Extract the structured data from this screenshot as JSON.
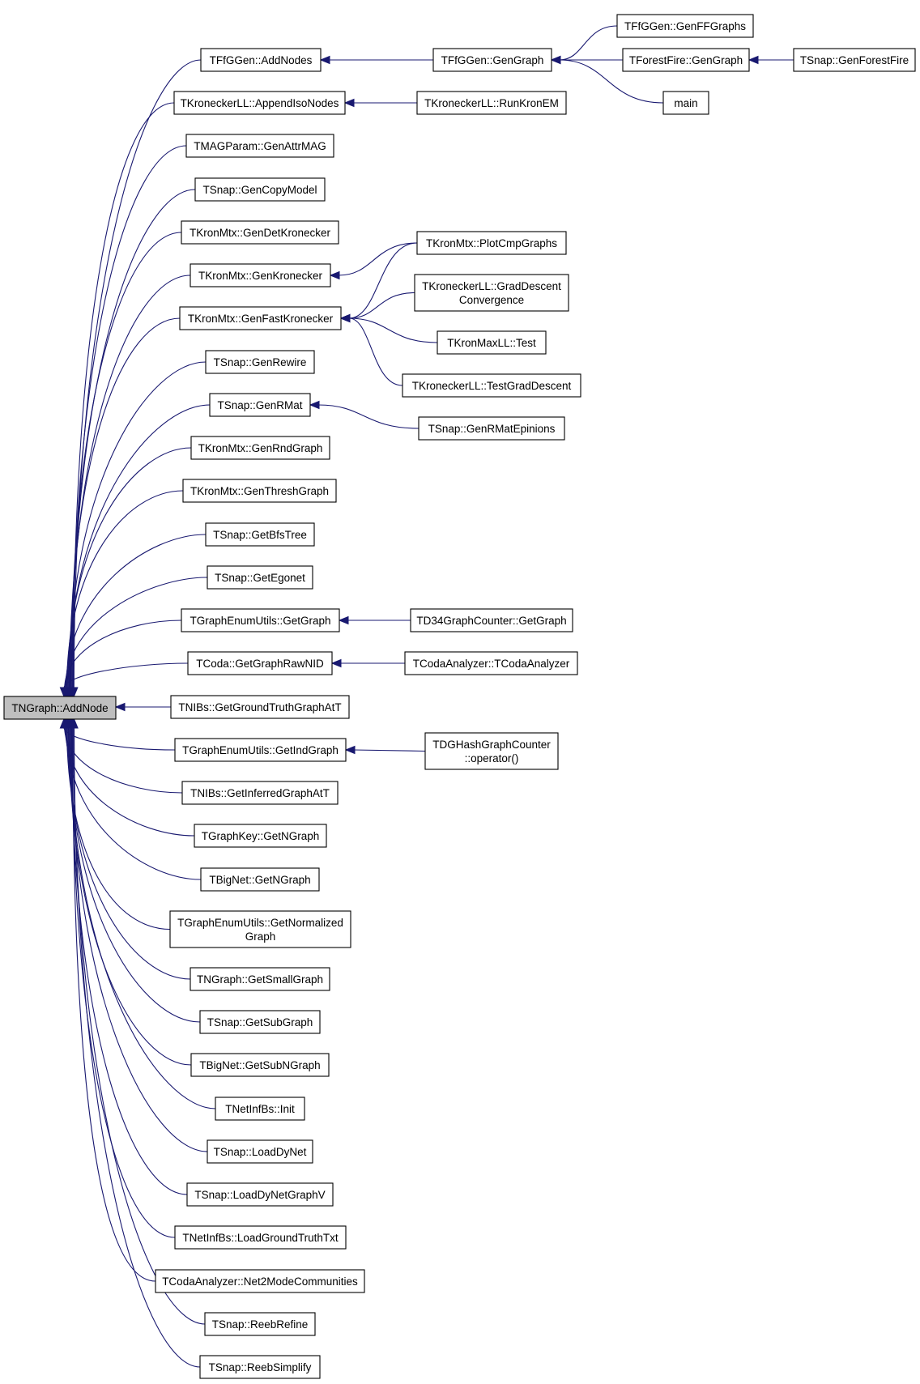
{
  "diagram": {
    "type": "doxygen-caller-graph",
    "colors": {
      "edge": "#191970",
      "node_border": "#000000",
      "root_fill": "#bfbfbf",
      "node_fill": "#ffffff"
    },
    "nodes": [
      {
        "id": "root",
        "lines": [
          "TNGraph::AddNode"
        ],
        "root": true
      },
      {
        "id": "n1",
        "lines": [
          "TFfGGen::AddNodes"
        ]
      },
      {
        "id": "n2",
        "lines": [
          "TKroneckerLL::AppendIsoNodes"
        ]
      },
      {
        "id": "n3",
        "lines": [
          "TMAGParam::GenAttrMAG"
        ]
      },
      {
        "id": "n4",
        "lines": [
          "TSnap::GenCopyModel"
        ]
      },
      {
        "id": "n5",
        "lines": [
          "TKronMtx::GenDetKronecker"
        ]
      },
      {
        "id": "n6",
        "lines": [
          "TKronMtx::GenKronecker"
        ]
      },
      {
        "id": "n7",
        "lines": [
          "TKronMtx::GenFastKronecker"
        ]
      },
      {
        "id": "n8",
        "lines": [
          "TSnap::GenRewire"
        ]
      },
      {
        "id": "n9",
        "lines": [
          "TSnap::GenRMat"
        ]
      },
      {
        "id": "n10",
        "lines": [
          "TKronMtx::GenRndGraph"
        ]
      },
      {
        "id": "n11",
        "lines": [
          "TKronMtx::GenThreshGraph"
        ]
      },
      {
        "id": "n12",
        "lines": [
          "TSnap::GetBfsTree"
        ]
      },
      {
        "id": "n13",
        "lines": [
          "TSnap::GetEgonet"
        ]
      },
      {
        "id": "n14",
        "lines": [
          "TGraphEnumUtils::GetGraph"
        ]
      },
      {
        "id": "n15",
        "lines": [
          "TCoda::GetGraphRawNID"
        ]
      },
      {
        "id": "n16",
        "lines": [
          "TNIBs::GetGroundTruthGraphAtT"
        ]
      },
      {
        "id": "n17",
        "lines": [
          "TGraphEnumUtils::GetIndGraph"
        ]
      },
      {
        "id": "n18",
        "lines": [
          "TNIBs::GetInferredGraphAtT"
        ]
      },
      {
        "id": "n19",
        "lines": [
          "TGraphKey::GetNGraph"
        ]
      },
      {
        "id": "n20",
        "lines": [
          "TBigNet::GetNGraph"
        ]
      },
      {
        "id": "n21",
        "lines": [
          "TGraphEnumUtils::GetNormalized",
          "Graph"
        ]
      },
      {
        "id": "n22",
        "lines": [
          "TNGraph::GetSmallGraph"
        ]
      },
      {
        "id": "n23",
        "lines": [
          "TSnap::GetSubGraph"
        ]
      },
      {
        "id": "n24",
        "lines": [
          "TBigNet::GetSubNGraph"
        ]
      },
      {
        "id": "n25",
        "lines": [
          "TNetInfBs::Init"
        ]
      },
      {
        "id": "n26",
        "lines": [
          "TSnap::LoadDyNet"
        ]
      },
      {
        "id": "n27",
        "lines": [
          "TSnap::LoadDyNetGraphV"
        ]
      },
      {
        "id": "n28",
        "lines": [
          "TNetInfBs::LoadGroundTruthTxt"
        ]
      },
      {
        "id": "n29",
        "lines": [
          "TCodaAnalyzer::Net2ModeCommunities"
        ]
      },
      {
        "id": "n30",
        "lines": [
          "TSnap::ReebRefine"
        ]
      },
      {
        "id": "n31",
        "lines": [
          "TSnap::ReebSimplify"
        ]
      },
      {
        "id": "c1",
        "lines": [
          "TFfGGen::GenGraph"
        ]
      },
      {
        "id": "c2",
        "lines": [
          "TKroneckerLL::RunKronEM"
        ]
      },
      {
        "id": "c3",
        "lines": [
          "TKronMtx::PlotCmpGraphs"
        ]
      },
      {
        "id": "c4",
        "lines": [
          "TKroneckerLL::GradDescent",
          "Convergence"
        ]
      },
      {
        "id": "c5",
        "lines": [
          "TKronMaxLL::Test"
        ]
      },
      {
        "id": "c6",
        "lines": [
          "TKroneckerLL::TestGradDescent"
        ]
      },
      {
        "id": "c7",
        "lines": [
          "TSnap::GenRMatEpinions"
        ]
      },
      {
        "id": "c8",
        "lines": [
          "TD34GraphCounter::GetGraph"
        ]
      },
      {
        "id": "c9",
        "lines": [
          "TCodaAnalyzer::TCodaAnalyzer"
        ]
      },
      {
        "id": "c10",
        "lines": [
          "TDGHashGraphCounter",
          "::operator()"
        ]
      },
      {
        "id": "d1",
        "lines": [
          "TFfGGen::GenFFGraphs"
        ]
      },
      {
        "id": "d2",
        "lines": [
          "TForestFire::GenGraph"
        ]
      },
      {
        "id": "d3",
        "lines": [
          "main"
        ]
      },
      {
        "id": "e1",
        "lines": [
          "TSnap::GenForestFire"
        ]
      }
    ],
    "edges": [
      [
        "n1",
        "root"
      ],
      [
        "n2",
        "root"
      ],
      [
        "n3",
        "root"
      ],
      [
        "n4",
        "root"
      ],
      [
        "n5",
        "root"
      ],
      [
        "n6",
        "root"
      ],
      [
        "n7",
        "root"
      ],
      [
        "n8",
        "root"
      ],
      [
        "n9",
        "root"
      ],
      [
        "n10",
        "root"
      ],
      [
        "n11",
        "root"
      ],
      [
        "n12",
        "root"
      ],
      [
        "n13",
        "root"
      ],
      [
        "n14",
        "root"
      ],
      [
        "n15",
        "root"
      ],
      [
        "n16",
        "root"
      ],
      [
        "n17",
        "root"
      ],
      [
        "n18",
        "root"
      ],
      [
        "n19",
        "root"
      ],
      [
        "n20",
        "root"
      ],
      [
        "n21",
        "root"
      ],
      [
        "n22",
        "root"
      ],
      [
        "n23",
        "root"
      ],
      [
        "n24",
        "root"
      ],
      [
        "n25",
        "root"
      ],
      [
        "n26",
        "root"
      ],
      [
        "n27",
        "root"
      ],
      [
        "n28",
        "root"
      ],
      [
        "n29",
        "root"
      ],
      [
        "n30",
        "root"
      ],
      [
        "n31",
        "root"
      ],
      [
        "c1",
        "n1"
      ],
      [
        "c2",
        "n2"
      ],
      [
        "c3",
        "n6"
      ],
      [
        "c3",
        "n7"
      ],
      [
        "c4",
        "n7"
      ],
      [
        "c5",
        "n7"
      ],
      [
        "c6",
        "n7"
      ],
      [
        "c7",
        "n9"
      ],
      [
        "c8",
        "n14"
      ],
      [
        "c9",
        "n15"
      ],
      [
        "c10",
        "n17"
      ],
      [
        "d1",
        "c1"
      ],
      [
        "d2",
        "c1"
      ],
      [
        "d3",
        "c1"
      ],
      [
        "e1",
        "d2"
      ]
    ]
  }
}
